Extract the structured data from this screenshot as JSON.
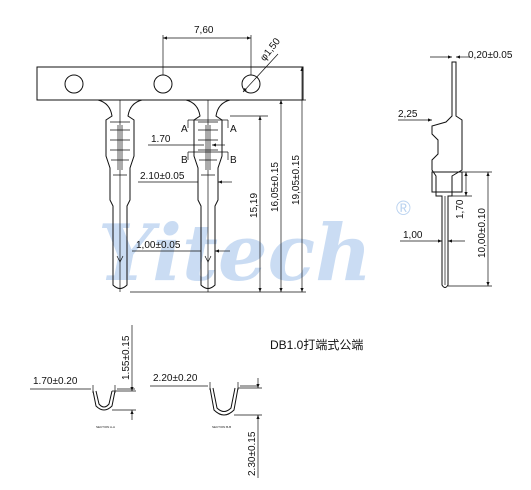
{
  "caption": "DB1.0打端式公端",
  "watermark": {
    "brand": "Yitech",
    "reg_mark": "®"
  },
  "front_view": {
    "pitch": "7,60",
    "hole_dia": "φ1,50",
    "width_170": "1.70",
    "width_210": "2.10±0.05",
    "pin_width": "1,00±0.05",
    "len_1519": "15,19",
    "len_1605": "16,05±0.15",
    "len_1905": "19,05±0.15",
    "section_a_left": "A",
    "section_a_right": "A",
    "section_b_left": "B",
    "section_b_right": "B"
  },
  "side_view": {
    "thickness": "0,20±0.05",
    "offset": "2,25",
    "pin": "1,00",
    "len_170": "1,70",
    "len_1000": "10,00±0.10"
  },
  "section_a": {
    "width": "1.70±0.20",
    "height": "1.55±0.15",
    "label": "SECTION A-A"
  },
  "section_b": {
    "width": "2.20±0.20",
    "height": "2.30±0.15",
    "label": "SECTION B-B"
  }
}
